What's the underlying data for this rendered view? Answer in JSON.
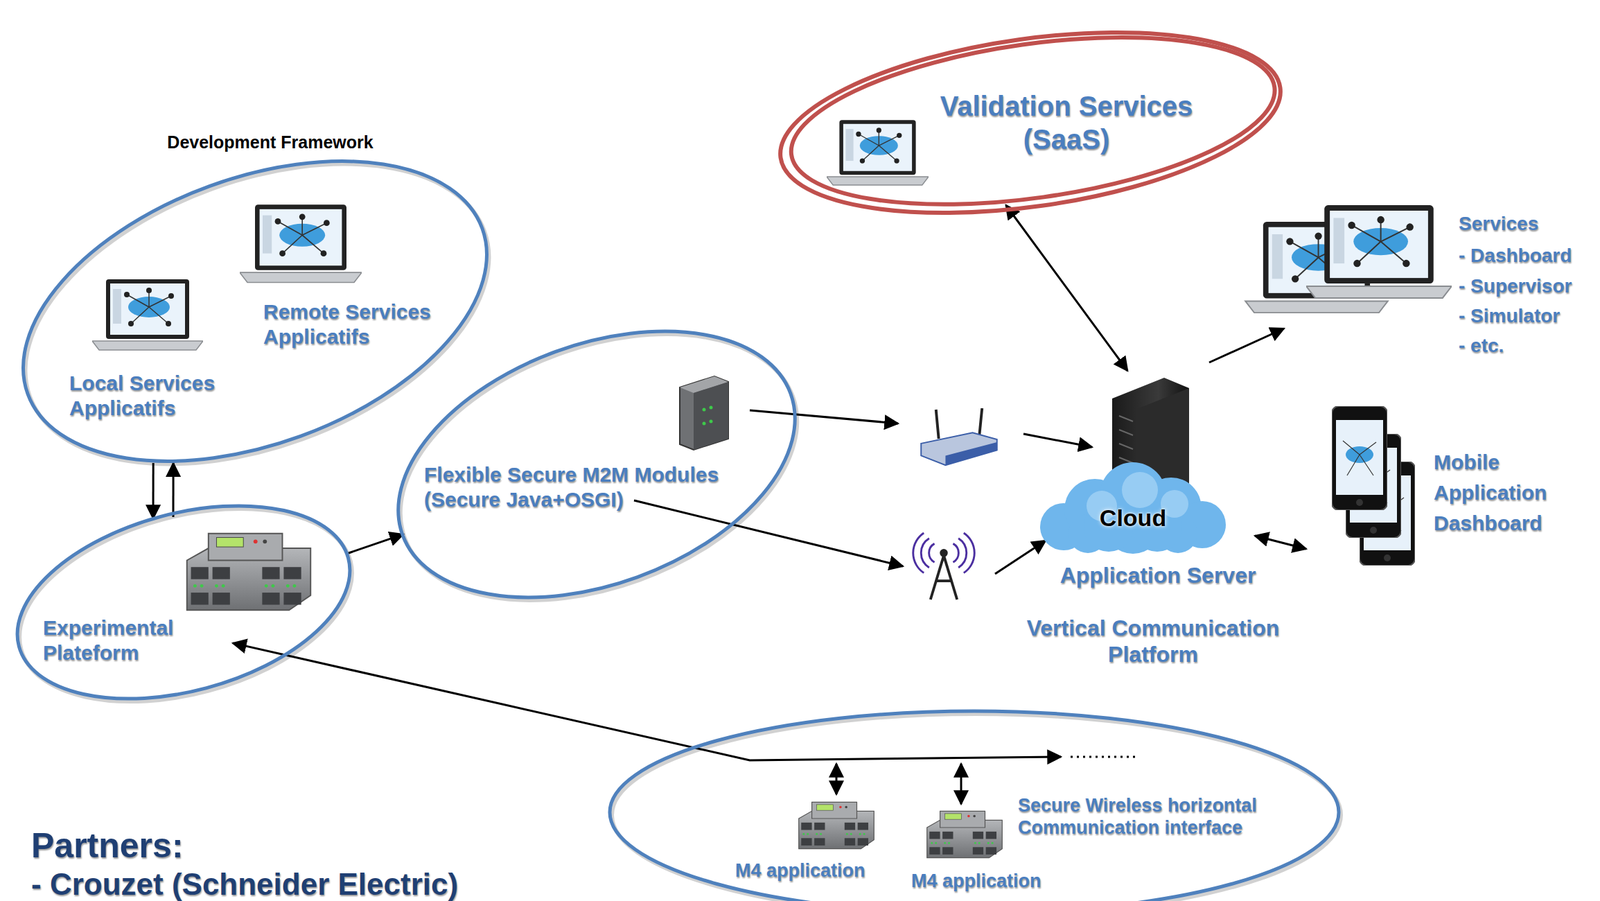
{
  "diagram": {
    "nodes": [
      {
        "text": [
          "Development Framework",
          "Remote Services Applicatifs",
          "Local Services Applicatifs"
        ]
      },
      {
        "text": [
          "Experimental Plateform"
        ]
      },
      {
        "text": [
          "Flexible Secure M2M Modules (Secure Java+OSGI)"
        ]
      },
      {
        "text": [
          "Validation Services (SaaS)"
        ]
      },
      {
        "text": [
          "Secure Wireless horizontal Communication interface",
          "M4 application",
          "M4 application"
        ]
      },
      {
        "text": [
          "Cloud",
          "Application Server",
          "Vertical Communication Platform"
        ]
      }
    ],
    "edges": [
      {
        "from": 0,
        "to": 1,
        "arrow": "to"
      },
      {
        "from": 1,
        "to": 0,
        "arrow": "to"
      },
      {
        "from": 1,
        "to": 2,
        "arrow": "to"
      },
      {
        "from": 3,
        "to": 5,
        "arrow": "both"
      },
      {
        "from": 1,
        "to": 4,
        "arrow": "both"
      }
    ],
    "labels": [
      "Services",
      "- Dashboard",
      "- Supervisor",
      "- Simulator",
      "- etc.",
      "Mobile Application Dashboard",
      "Partners:",
      "- Crouzet (Schneider Electric)"
    ]
  }
}
